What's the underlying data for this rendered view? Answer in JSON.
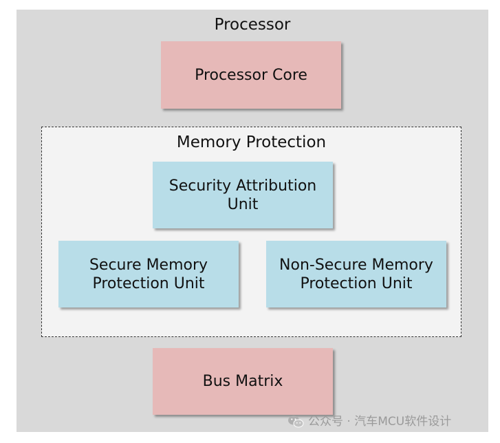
{
  "diagram": {
    "processor": {
      "title": "Processor",
      "core": "Processor Core",
      "memory_protection": {
        "title": "Memory Protection",
        "sau": [
          "Security Attribution",
          "Unit"
        ],
        "secure_mpu": [
          "Secure Memory",
          "Protection Unit"
        ],
        "non_secure_mpu": [
          "Non-Secure Memory",
          "Protection Unit"
        ]
      },
      "bus_matrix": "Bus Matrix"
    }
  },
  "watermark": {
    "text": "公众号 · 汽车MCU软件设计",
    "icon": "wechat-icon"
  },
  "colors": {
    "processor_bg": "#d9d9d9",
    "red_box": "#e6b9b8",
    "blue_box": "#b8dde8",
    "memory_protection_bg": "#f3f3f3"
  }
}
